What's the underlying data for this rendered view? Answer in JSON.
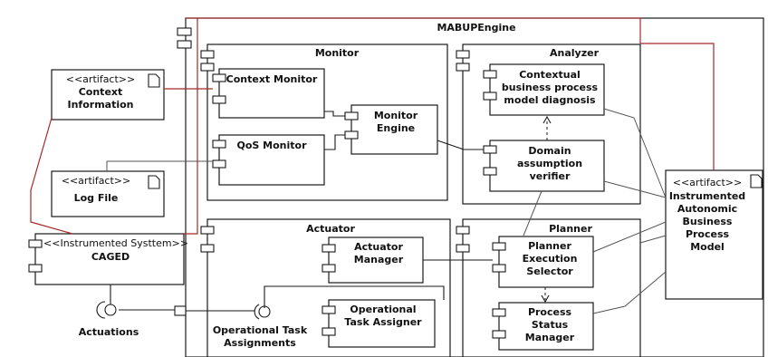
{
  "engine": {
    "title": "MABUPEngine"
  },
  "monitor": {
    "title": "Monitor",
    "context_monitor": "Context Monitor",
    "qos_monitor": "QoS Monitor",
    "engine_lines": [
      "Monitor",
      "Engine"
    ]
  },
  "analyzer": {
    "title": "Analyzer",
    "diagnosis_lines": [
      "Contextual",
      "business process",
      "model diagnosis"
    ],
    "verifier_lines": [
      "Domain",
      "assumption",
      "verifier"
    ]
  },
  "actuator": {
    "title": "Actuator",
    "manager_lines": [
      "Actuator",
      "Manager"
    ],
    "assigner_lines": [
      "Operational",
      "Task Assigner"
    ]
  },
  "planner": {
    "title": "Planner",
    "selector_lines": [
      "Planner",
      "Execution",
      "Selector"
    ],
    "status_lines": [
      "Process",
      "Status",
      "Manager"
    ]
  },
  "artifacts": {
    "stereotype": "<<artifact>>",
    "context_info_lines": [
      "Context",
      "Information"
    ],
    "log_file": "Log File",
    "model_lines": [
      "Instrumented",
      "Autonomic",
      "Business",
      "Process",
      "Model"
    ]
  },
  "caged": {
    "stereotype": "<<Instrumented Systtem>>",
    "name": "CAGED"
  },
  "interfaces": {
    "actuations": "Actuations",
    "op_task_lines": [
      "Operational Task",
      "Assignments"
    ]
  },
  "colors": {
    "red_line": "#a52a2a",
    "stroke": "#1a1a1a"
  }
}
